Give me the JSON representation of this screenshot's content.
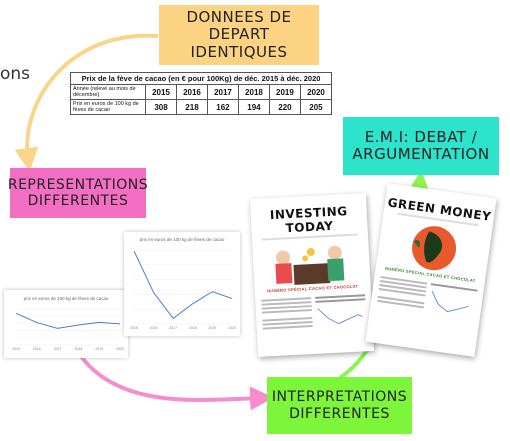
{
  "labels": {
    "donnees": [
      "DONNEES DE DEPART",
      "IDENTIQUES"
    ],
    "representations": [
      "REPRESENTATIONS",
      "DIFFERENTES"
    ],
    "emi": [
      "E.M.I: DEBAT /",
      "ARGUMENTATION"
    ],
    "interpretations": [
      "INTERPRETATIONS",
      "DIFFERENTES"
    ],
    "cut_text": "ons"
  },
  "table": {
    "caption": "Prix de la fève de cacao (en € pour 100Kg) de déc. 2015 à déc. 2020",
    "row1_label": "Année (relevé au mois de décembre)",
    "row2_label": "Prix en euros de 100 kg de fèves de cacao",
    "years": [
      "2015",
      "2016",
      "2017",
      "2018",
      "2019",
      "2020"
    ],
    "prices": [
      "308",
      "218",
      "162",
      "194",
      "220",
      "205"
    ]
  },
  "chart_data": [
    {
      "type": "line",
      "title": "prix en euros de 100 kg de fèves de cacao",
      "x": [
        2015,
        2016,
        2017,
        2018,
        2019,
        2020
      ],
      "y": [
        308,
        218,
        162,
        194,
        220,
        205
      ],
      "ylim": [
        0,
        350
      ]
    },
    {
      "type": "line",
      "title": "prix en euros de 100 kg de fèves de cacao",
      "x": [
        2015,
        2016,
        2017,
        2018,
        2019,
        2020
      ],
      "y": [
        308,
        218,
        162,
        194,
        220,
        205
      ],
      "ylim": [
        150,
        310
      ]
    }
  ],
  "magazines": {
    "left": {
      "title": "INVESTING TODAY",
      "special": "NUMÉRO SPÉCIAL CACAO ET CHOCOLAT"
    },
    "right": {
      "title": "GREEN MONEY",
      "special": "NUMÉRO SPÉCIAL CACAO ET CHOCOLAT"
    }
  },
  "colors": {
    "orange": "#fcd383",
    "pink": "#f46fc3",
    "cyan": "#2de3cc",
    "green": "#7cf53a",
    "arrow_orange": "#f8d58a",
    "arrow_pink": "#f58ccd",
    "arrow_green": "#8ff250"
  }
}
